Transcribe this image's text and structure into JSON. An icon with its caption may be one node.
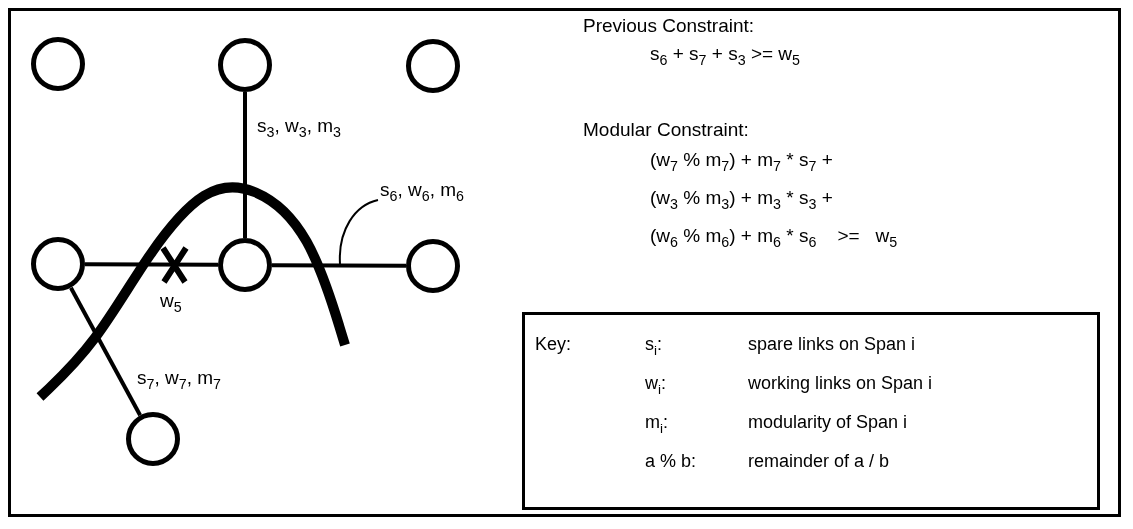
{
  "diagram": {
    "nodes": [
      {
        "text": [],
        "shape": "circle"
      },
      {
        "text": [],
        "shape": "circle"
      },
      {
        "text": [],
        "shape": "circle"
      },
      {
        "text": [],
        "shape": "circle"
      },
      {
        "text": [],
        "shape": "circle"
      },
      {
        "text": [],
        "shape": "circle"
      },
      {
        "text": [],
        "shape": "circle"
      },
      {
        "text": [
          "Key:",
          "s$_{i}$:",
          "spare links on Span i",
          "w$_{i}$:",
          "working links on Span i",
          "m$_{i}$:",
          "modularity of Span i",
          "a % b:",
          "remainder of a / b"
        ]
      }
    ],
    "edges": [
      {
        "from": 1,
        "to": 4,
        "arrow": "none",
        "label": "s$_{3}$, w$_{3}$, m$_{3}$"
      },
      {
        "from": 3,
        "to": 4,
        "arrow": "none",
        "label": "w$_{5}$"
      },
      {
        "from": 4,
        "to": 5,
        "arrow": "none",
        "label": "s$_{6}$, w$_{6}$, m$_{6}$"
      },
      {
        "from": 3,
        "to": 6,
        "arrow": "none",
        "label": "s$_{7}$, w$_{7}$, m$_{7}$"
      }
    ],
    "labels": [
      "Previous Constraint:",
      "s$_{6}$ + s$_{7}$ + s$_{3}$ >= w$_{5}$",
      "Modular Constraint:",
      "(w$_{7}$ % m$_{7}$) + m$_{7}$ * s$_{7}$ +",
      "(w$_{3}$ % m$_{3}$) + m$_{3}$ * s$_{3}$ +",
      "(w$_{6}$ % m$_{6}$) + m$_{6}$ * s$_{6}$    >=   w$_{5}$"
    ]
  }
}
